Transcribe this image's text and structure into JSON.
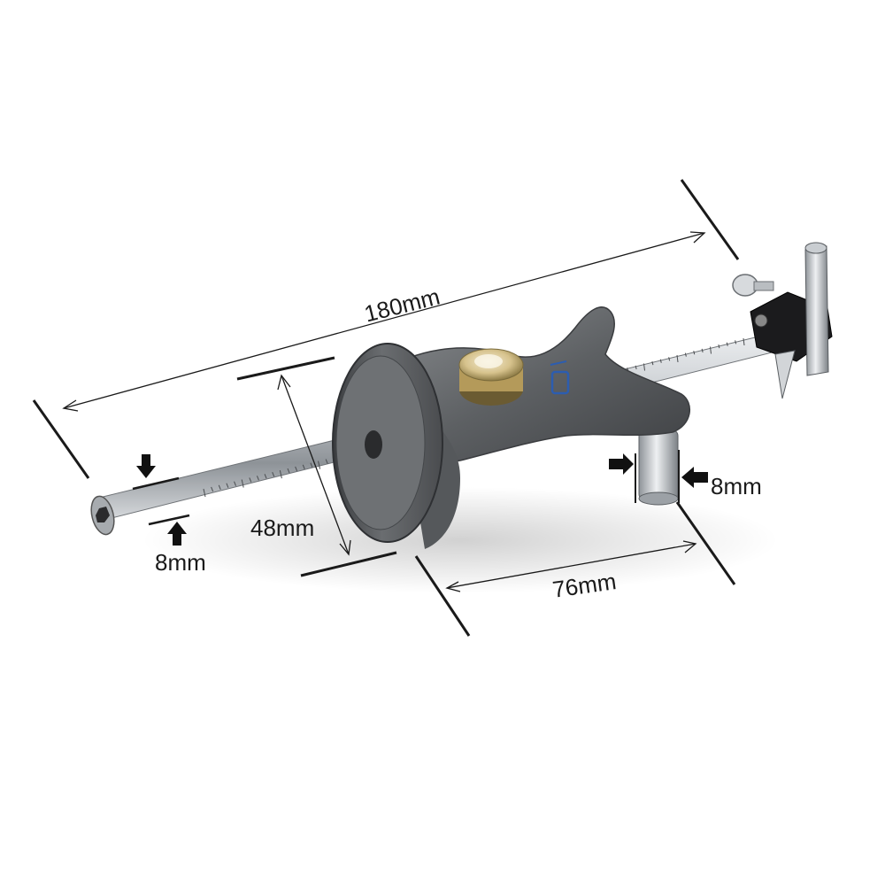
{
  "product": {
    "kind": "wheel marking gauge",
    "colors": {
      "background": "#ffffff",
      "body": "#5d6063",
      "rod": "#c9cdd1",
      "knob": "#d6c28c",
      "cutter_block": "#1b1b1d",
      "dimension_lines": "#1a1a1a"
    }
  },
  "dimensions": {
    "overall_length": "180mm",
    "fence_diameter": "48mm",
    "rod_diameter_left": "8mm",
    "pin_diameter_right": "8mm",
    "base_width": "76mm"
  },
  "icons": {
    "arrow_in": "arrow-icon",
    "scale_ticks": "ruler-ticks"
  }
}
